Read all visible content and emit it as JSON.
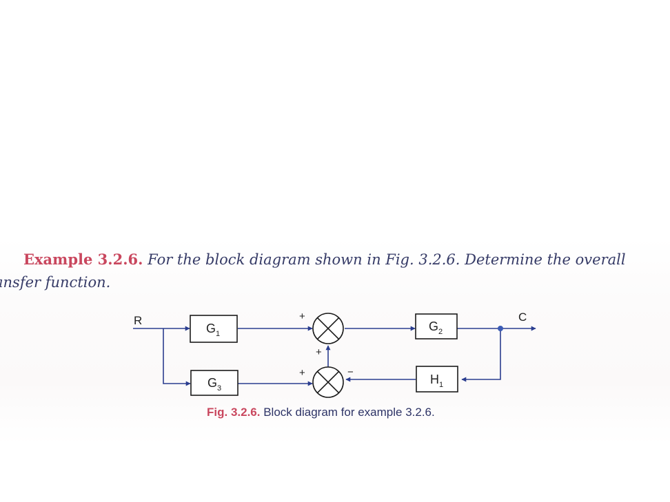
{
  "example": {
    "label": "Example 3.2.6.",
    "text": "For the block diagram shown in Fig. 3.2.6. Determine the overall",
    "continuation": "ansfer function."
  },
  "diagram": {
    "input": "R",
    "output": "C",
    "blocks": {
      "g1": {
        "main": "G",
        "sub": "1"
      },
      "g2": {
        "main": "G",
        "sub": "2"
      },
      "g3": {
        "main": "G",
        "sub": "3"
      },
      "h1": {
        "main": "H",
        "sub": "1"
      }
    },
    "signs": {
      "top_sum_left": "+",
      "top_sum_bottom": "+",
      "bottom_sum_left": "+",
      "bottom_sum_right": "−"
    }
  },
  "caption": {
    "label": "Fig. 3.2.6.",
    "text": "Block diagram for example 3.2.6."
  },
  "colors": {
    "heading_accent": "#c9475e",
    "body_text": "#353a66",
    "line": "#2a3d8f",
    "junction_dot": "#3b5bb5"
  }
}
